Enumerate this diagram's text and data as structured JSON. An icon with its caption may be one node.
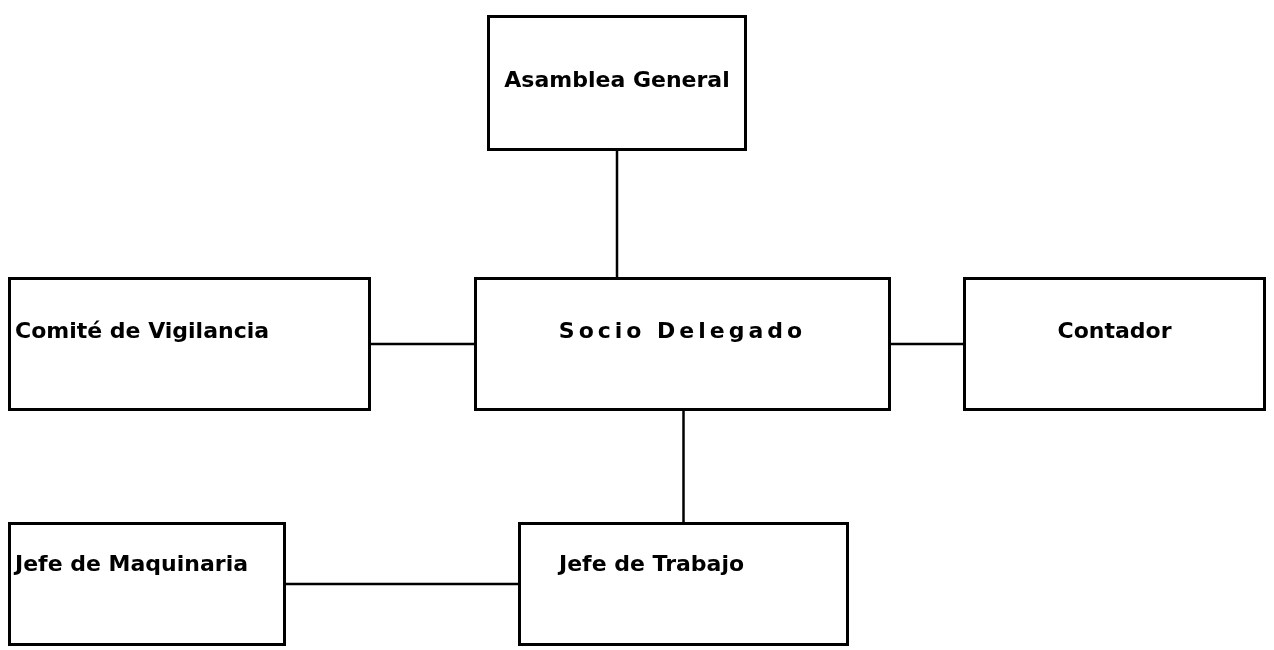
{
  "diagram": {
    "nodes": [
      {
        "text": [
          "Asamblea General"
        ]
      },
      {
        "text": [
          "Comité de Vigilancia"
        ]
      },
      {
        "text": [
          "Socio Delegado"
        ]
      },
      {
        "text": [
          "Contador"
        ]
      },
      {
        "text": [
          "Jefe de Maquinaria"
        ]
      },
      {
        "text": [
          "Jefe de Trabajo"
        ]
      }
    ],
    "edges": [
      {
        "from": 0,
        "to": 2,
        "arrow": "none"
      },
      {
        "from": 1,
        "to": 2,
        "arrow": "none"
      },
      {
        "from": 2,
        "to": 3,
        "arrow": "none"
      },
      {
        "from": 2,
        "to": 5,
        "arrow": "none"
      },
      {
        "from": 4,
        "to": 5,
        "arrow": "none"
      }
    ]
  }
}
